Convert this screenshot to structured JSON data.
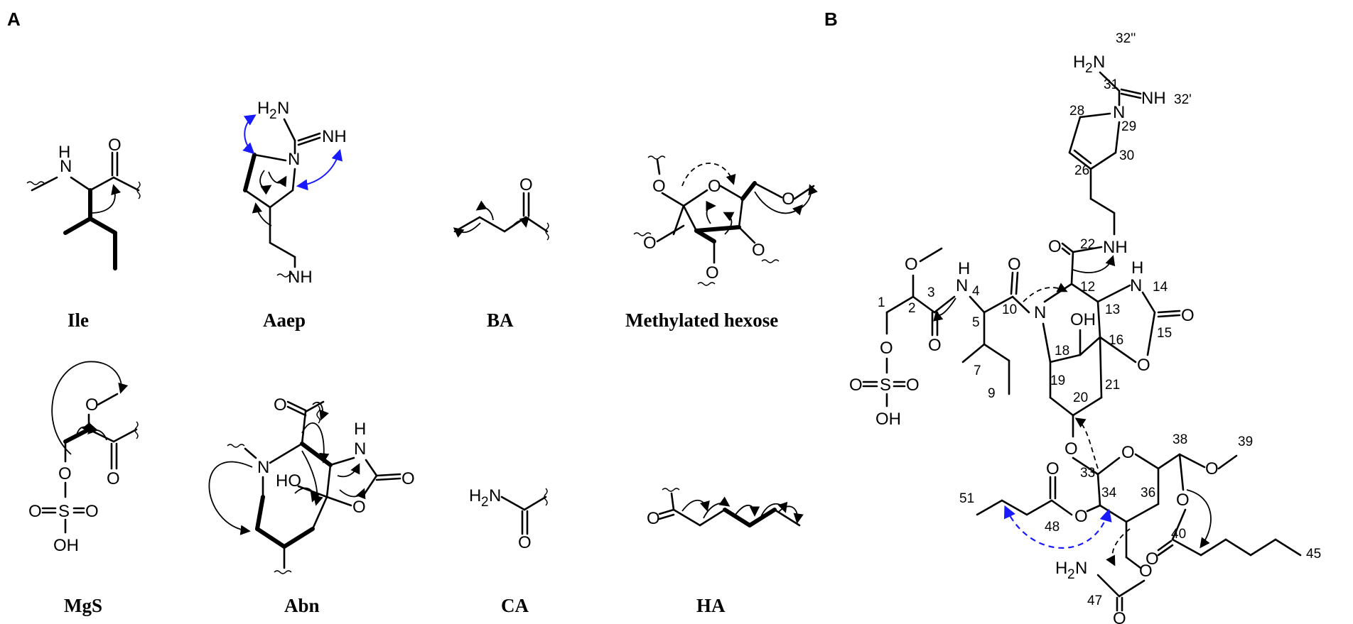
{
  "panels": {
    "a": "A",
    "b": "B"
  },
  "fragments": [
    {
      "id": "ile",
      "name": "Ile"
    },
    {
      "id": "aaep",
      "name": "Aaep"
    },
    {
      "id": "ba",
      "name": "BA"
    },
    {
      "id": "hex",
      "name": "Methylated hexose"
    },
    {
      "id": "mgs",
      "name": "MgS"
    },
    {
      "id": "abn",
      "name": "Abn"
    },
    {
      "id": "ca",
      "name": "CA"
    },
    {
      "id": "ha",
      "name": "HA"
    }
  ],
  "atoms": {
    "O": "O",
    "N": "N",
    "H": "H",
    "HO": "HO",
    "OH": "OH",
    "S": "S",
    "NH": "NH",
    "H2N": "H2N",
    "H2": "H",
    "sub2": "2"
  },
  "numbering": [
    "1",
    "2",
    "3",
    "4",
    "5",
    "7",
    "9",
    "10",
    "12",
    "13",
    "14",
    "15",
    "16",
    "18",
    "19",
    "20",
    "21",
    "22",
    "26",
    "28",
    "29",
    "30",
    "31",
    "32''",
    "32'",
    "33",
    "34",
    "36",
    "38",
    "39",
    "40",
    "45",
    "47",
    "48",
    "51"
  ],
  "colors": {
    "black": "#000000",
    "hmbc_blue": "#1a1aff"
  }
}
